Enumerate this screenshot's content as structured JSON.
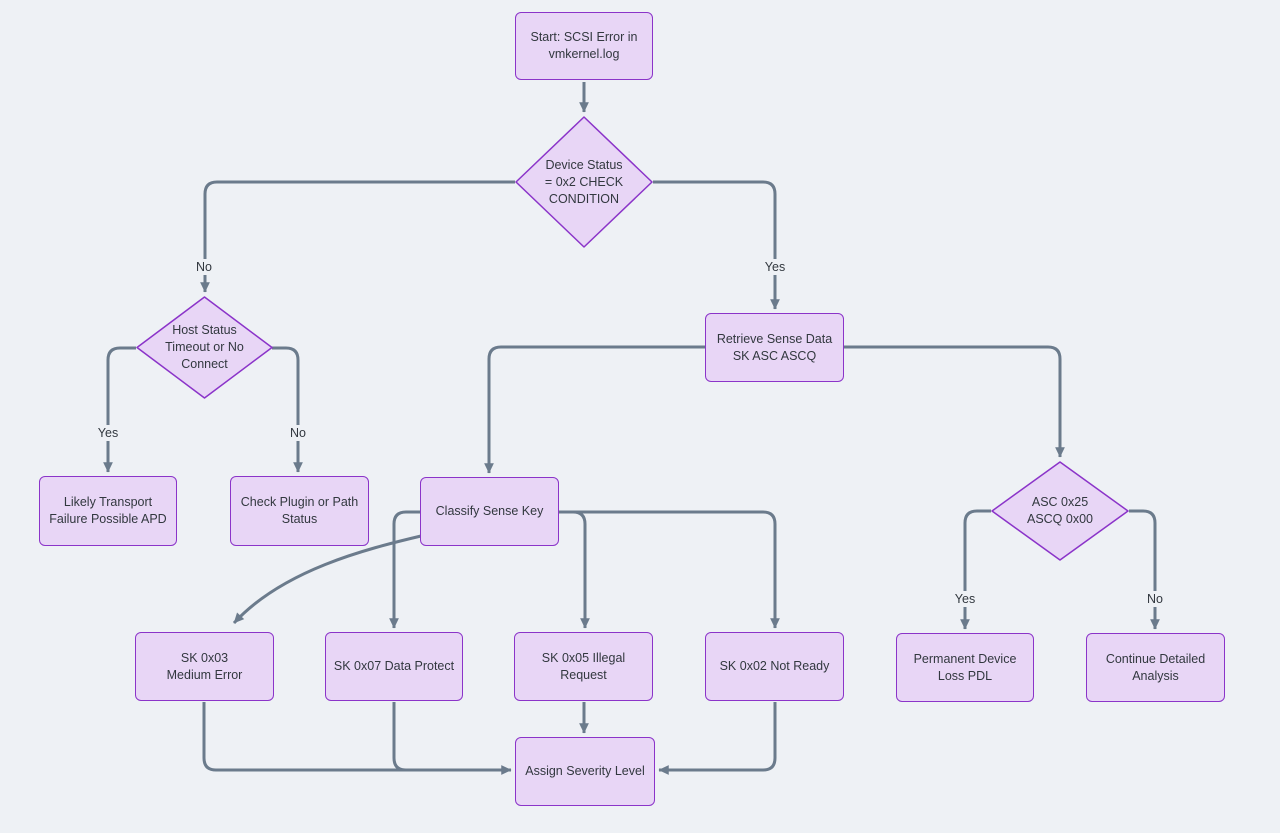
{
  "diagram_type": "flowchart",
  "colors": {
    "background": "#eef1f5",
    "node_fill": "#e8d6f6",
    "node_border": "#8b34c9",
    "edge": "#6b7b8c",
    "text": "#32383f"
  },
  "nodes": {
    "start": {
      "label": "Start: SCSI Error in vmkernel.log",
      "shape": "rect"
    },
    "device_status": {
      "label": "Device Status = 0x2 CHECK CONDITION",
      "shape": "diamond"
    },
    "host_status": {
      "label": "Host Status Timeout or No Connect",
      "shape": "diamond"
    },
    "likely_transport": {
      "label": "Likely Transport Failure Possible APD",
      "shape": "rect"
    },
    "check_plugin": {
      "label": "Check Plugin or Path Status",
      "shape": "rect"
    },
    "retrieve_sense": {
      "label": "Retrieve Sense Data SK ASC ASCQ",
      "shape": "rect"
    },
    "classify_sense": {
      "label": "Classify Sense Key",
      "shape": "rect"
    },
    "sk_0x03": {
      "label": "SK 0x03 Medium Error",
      "shape": "rect"
    },
    "sk_0x07": {
      "label": "SK 0x07 Data Protect",
      "shape": "rect"
    },
    "sk_0x05": {
      "label": "SK 0x05 Illegal Request",
      "shape": "rect"
    },
    "sk_0x02": {
      "label": "SK 0x02 Not Ready",
      "shape": "rect"
    },
    "asc_check": {
      "label": "ASC 0x25 ASCQ 0x00",
      "shape": "diamond"
    },
    "pdl": {
      "label": "Permanent Device Loss PDL",
      "shape": "rect"
    },
    "continue_analysis": {
      "label": "Continue Detailed Analysis",
      "shape": "rect"
    },
    "assign_severity": {
      "label": "Assign Severity Level",
      "shape": "rect"
    }
  },
  "edges": [
    {
      "from": "start",
      "to": "device_status",
      "label": ""
    },
    {
      "from": "device_status",
      "to": "host_status",
      "label": "No"
    },
    {
      "from": "device_status",
      "to": "retrieve_sense",
      "label": "Yes"
    },
    {
      "from": "host_status",
      "to": "likely_transport",
      "label": "Yes"
    },
    {
      "from": "host_status",
      "to": "check_plugin",
      "label": "No"
    },
    {
      "from": "retrieve_sense",
      "to": "classify_sense",
      "label": ""
    },
    {
      "from": "retrieve_sense",
      "to": "asc_check",
      "label": ""
    },
    {
      "from": "classify_sense",
      "to": "sk_0x03",
      "label": ""
    },
    {
      "from": "classify_sense",
      "to": "sk_0x07",
      "label": ""
    },
    {
      "from": "classify_sense",
      "to": "sk_0x05",
      "label": ""
    },
    {
      "from": "classify_sense",
      "to": "sk_0x02",
      "label": ""
    },
    {
      "from": "asc_check",
      "to": "pdl",
      "label": "Yes"
    },
    {
      "from": "asc_check",
      "to": "continue_analysis",
      "label": "No"
    },
    {
      "from": "sk_0x03",
      "to": "assign_severity",
      "label": ""
    },
    {
      "from": "sk_0x07",
      "to": "assign_severity",
      "label": ""
    },
    {
      "from": "sk_0x05",
      "to": "assign_severity",
      "label": ""
    },
    {
      "from": "sk_0x02",
      "to": "assign_severity",
      "label": ""
    }
  ]
}
